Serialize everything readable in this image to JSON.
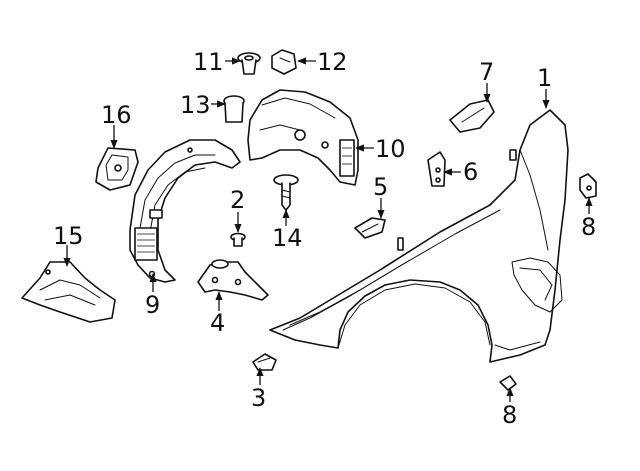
{
  "callouts": {
    "c1": "1",
    "c2": "2",
    "c3": "3",
    "c4": "4",
    "c5": "5",
    "c6": "6",
    "c7": "7",
    "c8a": "8",
    "c8b": "8",
    "c9": "9",
    "c10": "10",
    "c11": "11",
    "c12": "12",
    "c13": "13",
    "c14": "14",
    "c15": "15",
    "c16": "16"
  },
  "colors": {
    "line": "#111111",
    "background": "#ffffff"
  }
}
